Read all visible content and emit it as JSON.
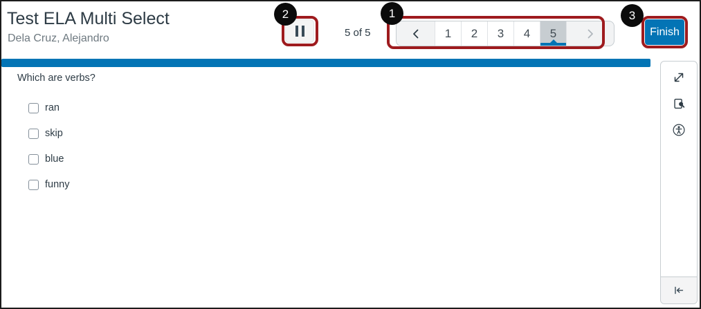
{
  "colors": {
    "accent_blue": "#0374B5",
    "annotation_red": "#9E1B1E",
    "selected_page_gray": "#C7CDD1",
    "ink": "#2D3B45",
    "subtitle_gray": "#6E7980"
  },
  "header": {
    "title": "Test ELA Multi Select",
    "student_name": "Dela Cruz, Alejandro"
  },
  "toolbar": {
    "pause_icon": "pause-icon",
    "progress_label": "5 of 5",
    "finish_label": "Finish"
  },
  "pagination": {
    "pages": [
      "1",
      "2",
      "3",
      "4",
      "5"
    ],
    "current_page": "5",
    "prev_icon": "chevron-left-icon",
    "next_icon": "chevron-right-icon",
    "next_disabled": true
  },
  "annotations": {
    "callout1": "1",
    "callout2": "2",
    "callout3": "3"
  },
  "question": {
    "text": "Which are verbs?",
    "options": [
      {
        "label": "ran",
        "checked": false
      },
      {
        "label": "skip",
        "checked": false
      },
      {
        "label": "blue",
        "checked": false
      },
      {
        "label": "funny",
        "checked": false
      }
    ]
  },
  "sidebar": {
    "icons": [
      "expand-icon",
      "zoom-document-icon",
      "accessibility-icon",
      "collapse-left-icon"
    ]
  }
}
